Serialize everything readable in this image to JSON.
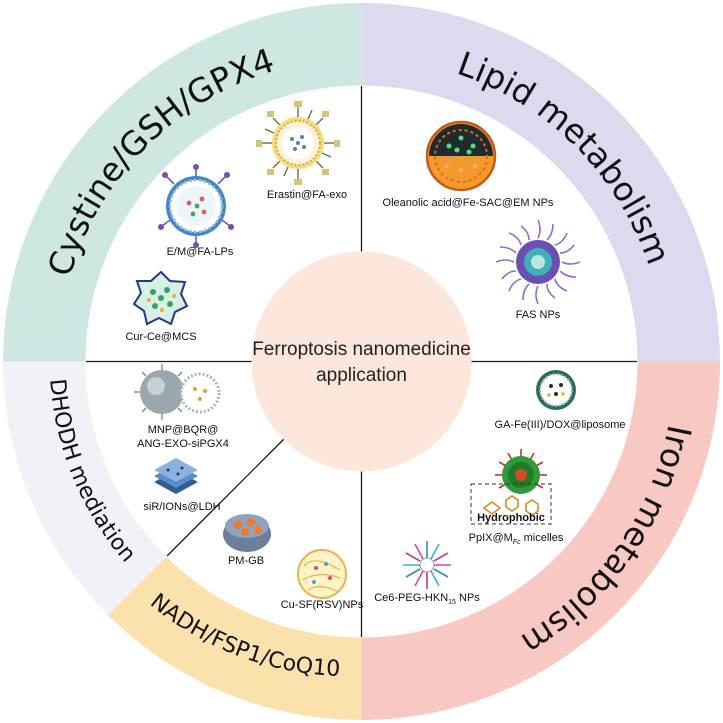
{
  "center": {
    "line1": "Ferroptosis nanomedicine",
    "line2": "application"
  },
  "segments": {
    "cystine": {
      "label": "Cystine/GSH/GPX4",
      "color": "#cfe7e3"
    },
    "lipid": {
      "label": "Lipid metabolism",
      "color": "#ddd9ef"
    },
    "iron": {
      "label": "Iron metabolism",
      "color": "#f8c9c3"
    },
    "nadh": {
      "label": "NADH/FSP1/CoQ10",
      "color": "#fbe2ad"
    },
    "dhodh": {
      "label": "DHODH mediation",
      "color": "#f1f1f8"
    }
  },
  "center_color": "#fde6dc",
  "items": {
    "erastin": "Erastin@FA-exo",
    "em_fa": "E/M@FA-LPs",
    "cur_ce": "Cur-Ce@MCS",
    "oleanolic": "Oleanolic acid@Fe-SAC@EM NPs",
    "fas": "FAS NPs",
    "ga_fe": "GA-Fe(III)/DOX@liposome",
    "hydrophobic": "Hydrophobic",
    "pplx": "PpIX@M",
    "pplx_sub": "Fc",
    "pplx_suffix": " micelles",
    "ce6": "Ce6-PEG-HKN",
    "ce6_sub": "15",
    "ce6_suffix": " NPs",
    "mnp_line1": "MNP@BQR@",
    "mnp_line2": "ANG-EXO-siPGX4",
    "sir": "siR/IONs@LDH",
    "pm_gb": "PM-GB",
    "cu_sf": "Cu-SF(RSV)NPs"
  }
}
